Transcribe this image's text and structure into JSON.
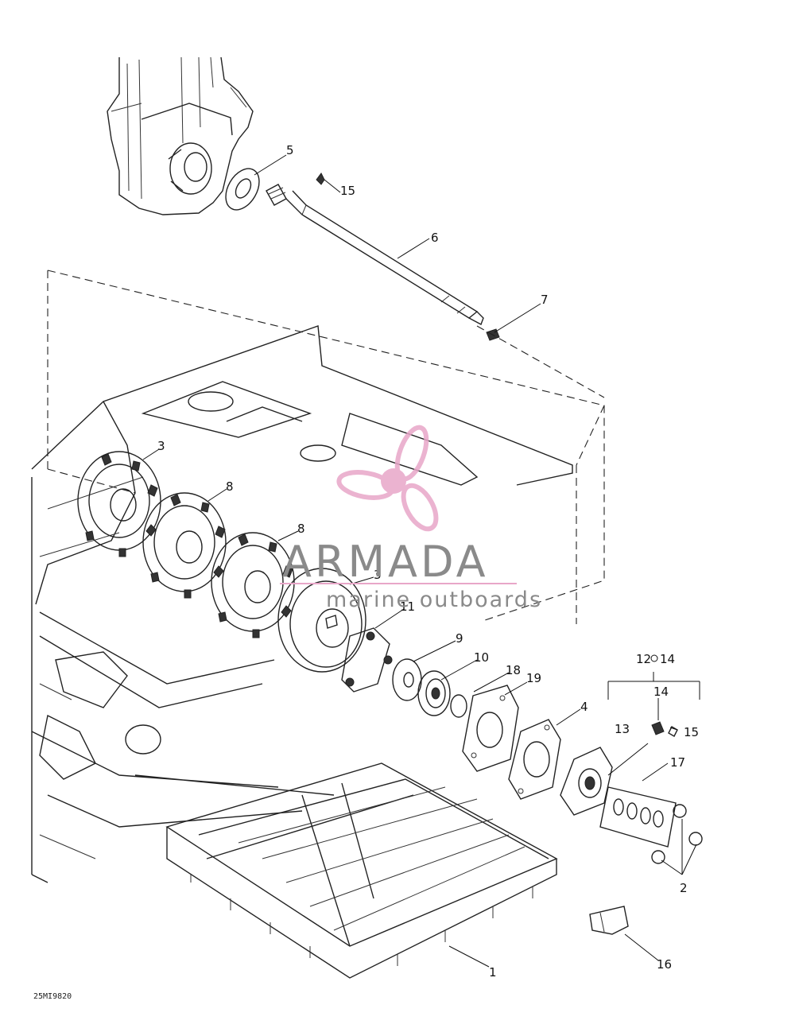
{
  "diagram": {
    "part_code": "25MI9820",
    "callouts": [
      {
        "id": "c5",
        "label": "5"
      },
      {
        "id": "c15a",
        "label": "15"
      },
      {
        "id": "c6",
        "label": "6"
      },
      {
        "id": "c7",
        "label": "7"
      },
      {
        "id": "c3a",
        "label": "3"
      },
      {
        "id": "c8a",
        "label": "8"
      },
      {
        "id": "c8b",
        "label": "8"
      },
      {
        "id": "c3b",
        "label": "3"
      },
      {
        "id": "c11",
        "label": "11"
      },
      {
        "id": "c9",
        "label": "9"
      },
      {
        "id": "c10",
        "label": "10"
      },
      {
        "id": "c18",
        "label": "18"
      },
      {
        "id": "c19",
        "label": "19"
      },
      {
        "id": "c12",
        "label": "12"
      },
      {
        "id": "c14a",
        "label": "14"
      },
      {
        "id": "c14b",
        "label": "14"
      },
      {
        "id": "c15b",
        "label": "15"
      },
      {
        "id": "c4",
        "label": "4"
      },
      {
        "id": "c13",
        "label": "13"
      },
      {
        "id": "c17",
        "label": "17"
      },
      {
        "id": "c2",
        "label": "2"
      },
      {
        "id": "c16",
        "label": "16"
      },
      {
        "id": "c1",
        "label": "1"
      }
    ]
  },
  "watermark": {
    "brand": "ARMADA",
    "tagline": "marine outboards",
    "color": "#e8a6c8"
  }
}
